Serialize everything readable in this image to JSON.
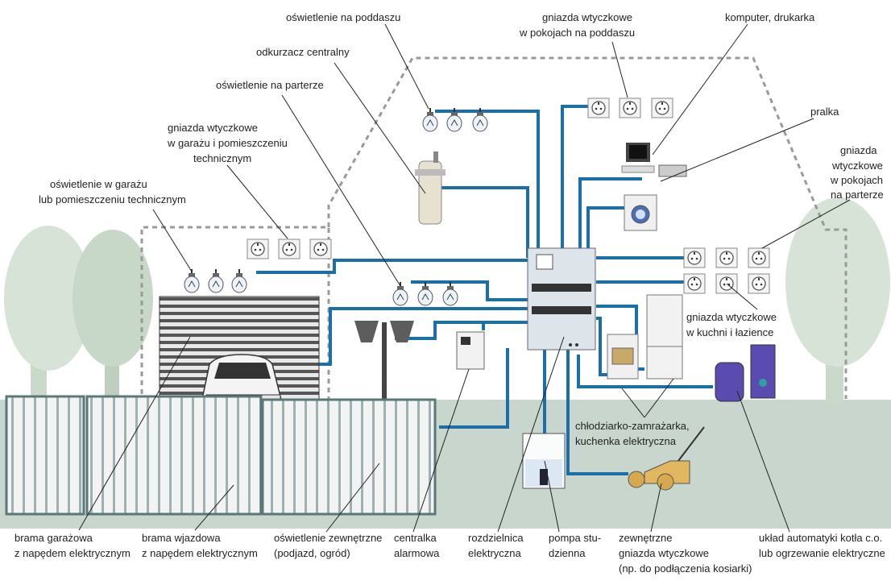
{
  "colors": {
    "wire": "#1b6fa8",
    "ground": "#c9d6cd",
    "tree": "#d6e3d6",
    "roof_dash": "#9a9a9a",
    "gate": "#5a7878",
    "label_text": "#222222"
  },
  "labels": {
    "attic_lighting": "oświetlenie na poddaszu",
    "attic_sockets_1": "gniazda wtyczkowe",
    "attic_sockets_2": "w pokojach na poddaszu",
    "computer": "komputer, drukarka",
    "central_vacuum": "odkurzacz centralny",
    "ground_lighting": "oświetlenie na parterze",
    "washer": "pralka",
    "garage_sockets_1": "gniazda wtyczkowe",
    "garage_sockets_2": "w garażu i pomieszczeniu",
    "garage_sockets_3": "technicznym",
    "ground_sockets_1": "gniazda",
    "ground_sockets_2": "wtyczkowe",
    "ground_sockets_3": "w pokojach",
    "ground_sockets_4": "na parterze",
    "garage_lighting_1": "oświetlenie w garażu",
    "garage_lighting_2": "lub pomieszczeniu technicznym",
    "kitchen_sockets_1": "gniazda wtyczkowe",
    "kitchen_sockets_2": "w kuchni i łazience",
    "fridge_stove_1": "chłodziarko-zamrażarka,",
    "fridge_stove_2": "kuchenka elektryczna",
    "garage_gate_1": "brama garażowa",
    "garage_gate_2": "z napędem elektrycznym",
    "entry_gate_1": "brama wjazdowa",
    "entry_gate_2": "z napędem elektrycznym",
    "outdoor_lighting_1": "oświetlenie zewnętrzne",
    "outdoor_lighting_2": "(podjazd, ogród)",
    "alarm_1": "centralka",
    "alarm_2": "alarmowa",
    "distribution_1": "rozdzielnica",
    "distribution_2": "elektryczna",
    "pump_1": "pompa stu-",
    "pump_2": "dzienna",
    "outdoor_sockets_1": "zewnętrzne",
    "outdoor_sockets_2": "gniazda wtyczkowe",
    "outdoor_sockets_3": "(np. do podłączenia kosiarki)",
    "boiler_1": "układ automatyki kotła c.o.",
    "boiler_2": "lub ogrzewanie elektryczne"
  }
}
